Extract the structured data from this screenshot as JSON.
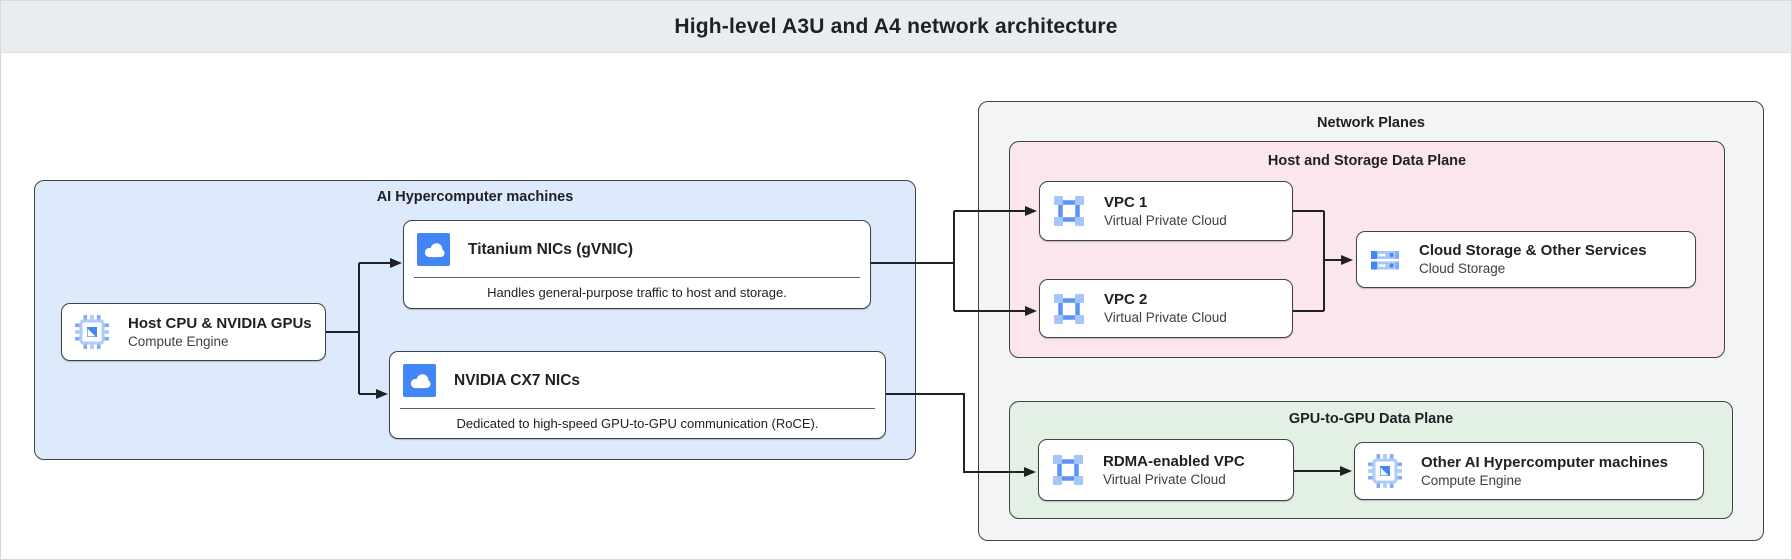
{
  "header": {
    "title": "High-level A3U and A4 network architecture"
  },
  "groups": {
    "ai_machines": {
      "label": "AI Hypercomputer machines"
    },
    "network_planes": {
      "label": "Network Planes"
    },
    "host_storage_plane": {
      "label": "Host and Storage Data Plane"
    },
    "gpu_plane": {
      "label": "GPU-to-GPU Data Plane"
    }
  },
  "nodes": {
    "host_cpu": {
      "title": "Host CPU & NVIDIA GPUs",
      "subtitle": "Compute Engine",
      "icon": "compute-engine-icon"
    },
    "titanium_nics": {
      "title": "Titanium NICs (gVNIC)",
      "description": "Handles general-purpose traffic to host and storage.",
      "icon": "cloud-nic-icon"
    },
    "nvidia_cx7_nics": {
      "title": "NVIDIA CX7 NICs",
      "description": "Dedicated to high-speed GPU-to-GPU communication (RoCE).",
      "icon": "cloud-nic-icon"
    },
    "vpc1": {
      "title": "VPC 1",
      "subtitle": "Virtual Private Cloud",
      "icon": "vpc-icon"
    },
    "vpc2": {
      "title": "VPC 2",
      "subtitle": "Virtual Private Cloud",
      "icon": "vpc-icon"
    },
    "cloud_storage": {
      "title": "Cloud Storage & Other Services",
      "subtitle": "Cloud Storage",
      "icon": "cloud-storage-icon"
    },
    "rdma_vpc": {
      "title": "RDMA-enabled VPC",
      "subtitle": "Virtual Private Cloud",
      "icon": "vpc-icon"
    },
    "other_machines": {
      "title": "Other AI Hypercomputer machines",
      "subtitle": "Compute Engine",
      "icon": "compute-engine-icon"
    }
  },
  "colors": {
    "accent_blue": "#4285f4",
    "icon_light_blue": "#a6c5fa",
    "header_bg": "#e9edf0",
    "blue_group_bg": "#ddeafc",
    "gray_group_bg": "#f3f4f5",
    "pink_group_bg": "#fce6ee",
    "green_group_bg": "#e3f1e4",
    "container_border": "#3f4347",
    "connector_line": "#202124"
  }
}
